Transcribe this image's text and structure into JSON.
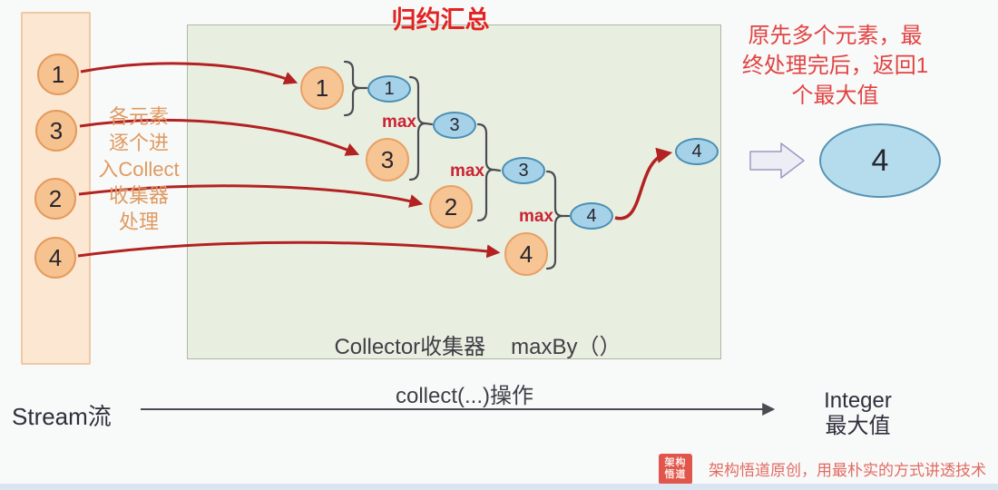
{
  "title": "归约汇总",
  "stream": {
    "label": "Stream流",
    "elements": [
      "1",
      "3",
      "2",
      "4"
    ]
  },
  "side_note": {
    "lines": [
      "各元素",
      "逐个进",
      "入Collect",
      "收集器",
      "处理"
    ]
  },
  "collector": {
    "name_label": "Collector收集器",
    "method_label": "maxBy（）",
    "max_label": "max",
    "inputs": [
      "1",
      "3",
      "2",
      "4"
    ],
    "results": [
      "1",
      "3",
      "3",
      "4"
    ],
    "final_value": "4"
  },
  "output": {
    "value": "4",
    "type_label": "Integer",
    "subtitle_label": "最大值"
  },
  "notes": {
    "right_lines": [
      "原先多个元素，最",
      "终处理完后，返回1",
      "个最大值"
    ],
    "collect_op": "collect(...)操作"
  },
  "watermark": {
    "stamp_line1": "架构",
    "stamp_line2": "悟道",
    "text": "架构悟道原创，用最朴实的方式讲透技术"
  },
  "colors": {
    "arrow_red": "#b32222",
    "title_red": "#e32222",
    "max_red": "#c92434",
    "note_red": "#e14343",
    "note_orange": "#df9a62",
    "stream_fill": "#f6c28f",
    "result_fill": "#a6d2e9",
    "panel_fill": "#fce7d2",
    "box_fill": "#e9efe0",
    "watermark_red": "#e0564c"
  }
}
